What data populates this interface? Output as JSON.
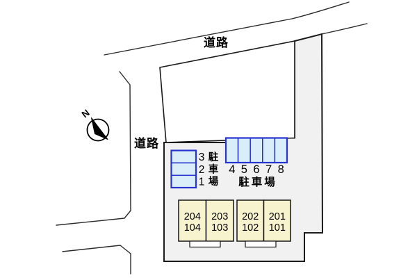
{
  "roads": {
    "top_label": "道路",
    "left_label": "道路"
  },
  "compass": {
    "north_label": "N"
  },
  "left_parking": {
    "spots": [
      {
        "number": "3"
      },
      {
        "number": "2"
      },
      {
        "number": "1"
      }
    ],
    "label_chars": [
      "駐",
      "車",
      "場"
    ]
  },
  "right_parking": {
    "spots": [
      {
        "number": "4"
      },
      {
        "number": "5"
      },
      {
        "number": "6"
      },
      {
        "number": "7"
      },
      {
        "number": "8"
      }
    ],
    "label": "駐車場"
  },
  "building": {
    "units": [
      {
        "upper": "204",
        "lower": "104"
      },
      {
        "upper": "203",
        "lower": "103"
      },
      {
        "upper": "202",
        "lower": "102"
      },
      {
        "upper": "201",
        "lower": "101"
      }
    ]
  },
  "colors": {
    "parking_spot_fill": "#d9eef8",
    "parking_spot_border": "#2834cf",
    "building_fill": "#f8f3cf",
    "parcel_fill": "#f1f1f1",
    "outline": "#1a1a1a"
  }
}
